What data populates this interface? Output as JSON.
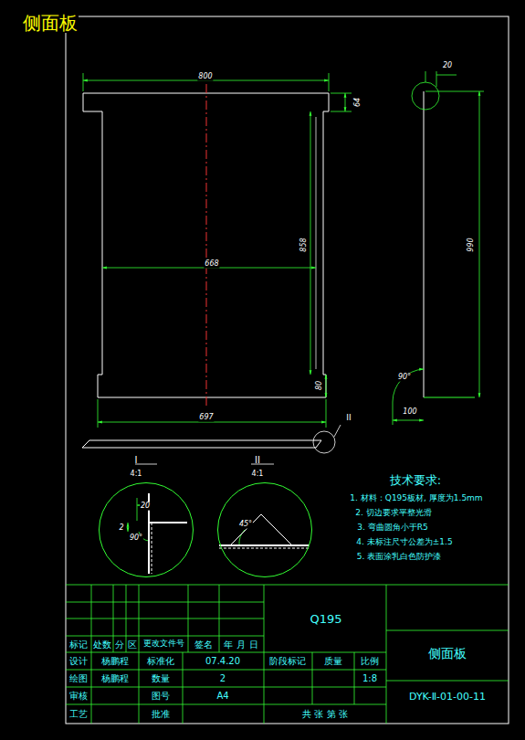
{
  "diagram": {
    "title": "侧面板",
    "nodes": [
      {
        "text": [
          "I",
          "4:1",
          "20",
          "2",
          "90°"
        ]
      },
      {
        "text": [
          "II",
          "4:1",
          "45°"
        ]
      }
    ],
    "labels": [
      "800",
      "64",
      "858",
      "668",
      "80",
      "697",
      "II",
      "20",
      "990",
      "90°",
      "100",
      "技术要求:",
      "1. 材料：Q195板材, 厚度为1.5mm",
      "2. 切边要求平整光滑",
      "3. 弯曲圆角小于R5",
      "4. 未标注尺寸公差为±1.5",
      "5. 表面涂乳白色防护漆",
      "Q195",
      "标记",
      "处数",
      "分",
      "区",
      "更改文件号",
      "签名",
      "年",
      "月",
      "日",
      "设计",
      "杨鹏程",
      "标准化",
      "07.4.20",
      "阶段标记",
      "质量",
      "比例",
      "绘图",
      "杨鹏程",
      "数量",
      "2",
      "1:8",
      "审核",
      "图号",
      "A4",
      "工艺",
      "批准",
      "共 张 第 张",
      "侧面板",
      "DYK-Ⅱ-01-00-11"
    ]
  }
}
